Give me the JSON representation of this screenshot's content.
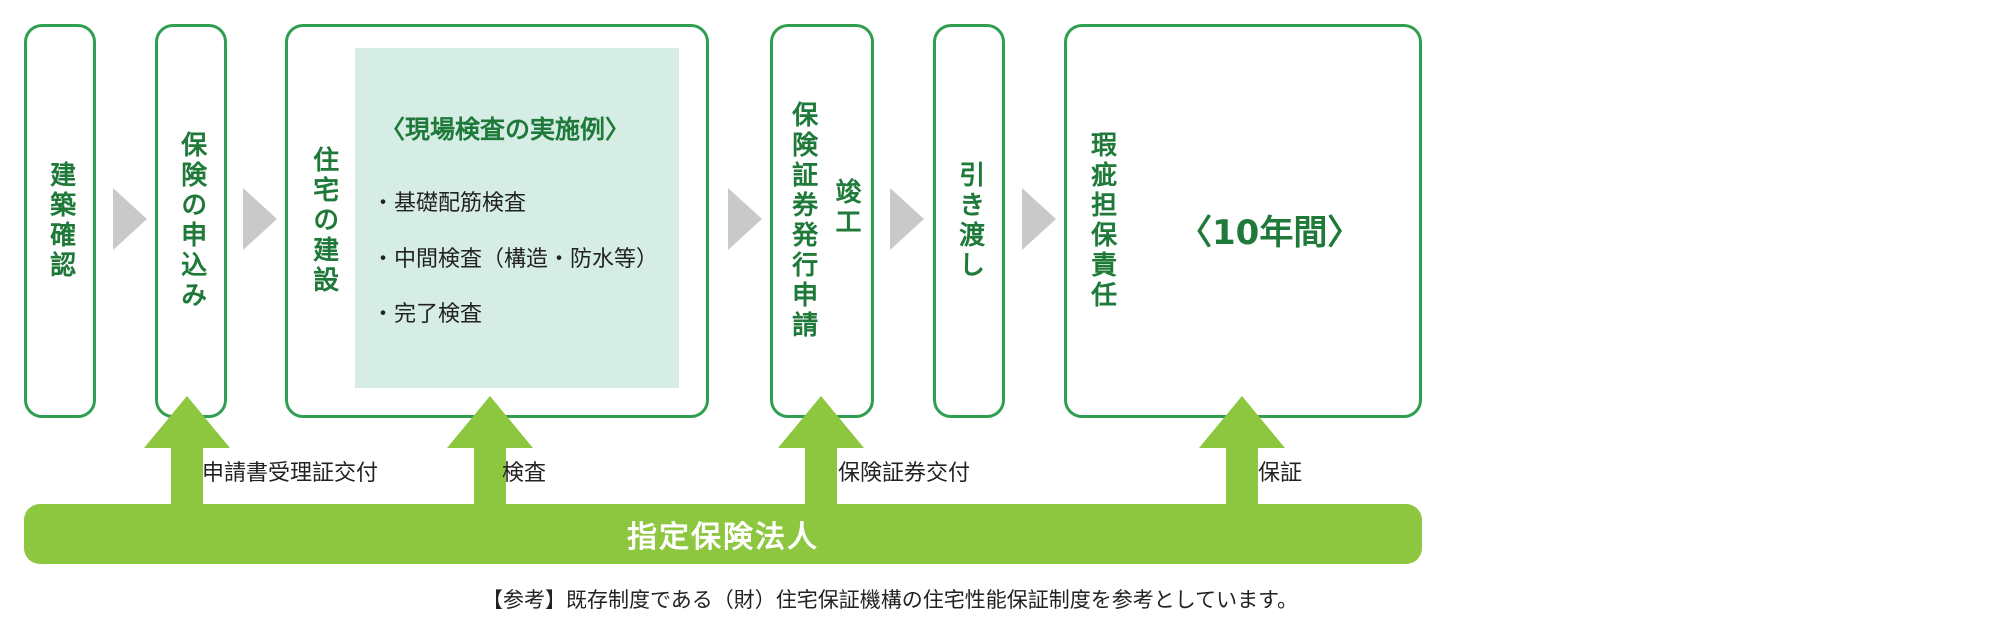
{
  "steps": [
    {
      "label": "建築確認"
    },
    {
      "label": "保険の申込み"
    },
    {
      "label": "住宅の建設"
    },
    {
      "label": "保険証券発行申請"
    },
    {
      "label": "竣工"
    },
    {
      "label": "引き渡し"
    },
    {
      "label": "瑕疵担保責任"
    }
  ],
  "inspection_panel": {
    "title": "〈現場検査の実施例〉",
    "items": [
      "・基礎配筋検査",
      "・中間検査（構造・防水等）",
      "・完了検査"
    ]
  },
  "period_label": "〈10年間〉",
  "arrows": [
    {
      "label": "申請書受理証交付"
    },
    {
      "label": "検査"
    },
    {
      "label": "保険証券交付"
    },
    {
      "label": "保証"
    }
  ],
  "insurer_bar": {
    "label": "指定保険法人"
  },
  "note": "【参考】既存制度である（財）住宅保証機構の住宅性能保証制度を参考としています。",
  "colors": {
    "box_border": "#2f9e4f",
    "heading_text": "#1f7a3a",
    "arrow_green": "#8dc63f",
    "panel_bg": "#d6ede5",
    "chevron_gray": "#c9c9c9"
  }
}
